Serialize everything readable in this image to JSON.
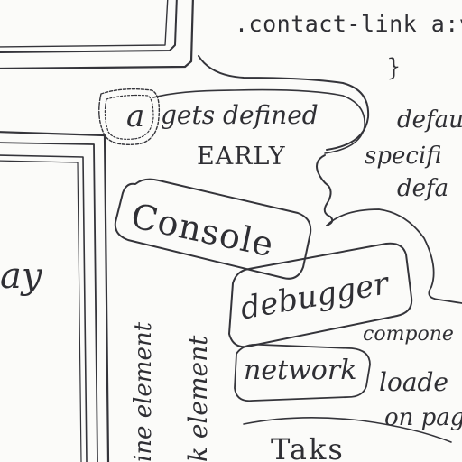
{
  "notes": {
    "contact_link": ".contact-link a:v",
    "brace_close": "}",
    "a_letter": "a",
    "gets_defined": "gets defined",
    "early": "EARLY",
    "default_1": "defau",
    "default_2": "specifi",
    "default_3": "defa",
    "console": "Console",
    "debugger": "debugger",
    "network": "network",
    "components_1": "compone",
    "components_2": "loade",
    "components_3": "on pag",
    "left_word": "ay",
    "vertical_1": "ine element",
    "vertical_2": "k element",
    "bottom_word": "Taks"
  },
  "colors": {
    "paper": "#fbfbf9",
    "ink": "#2f2f34"
  }
}
